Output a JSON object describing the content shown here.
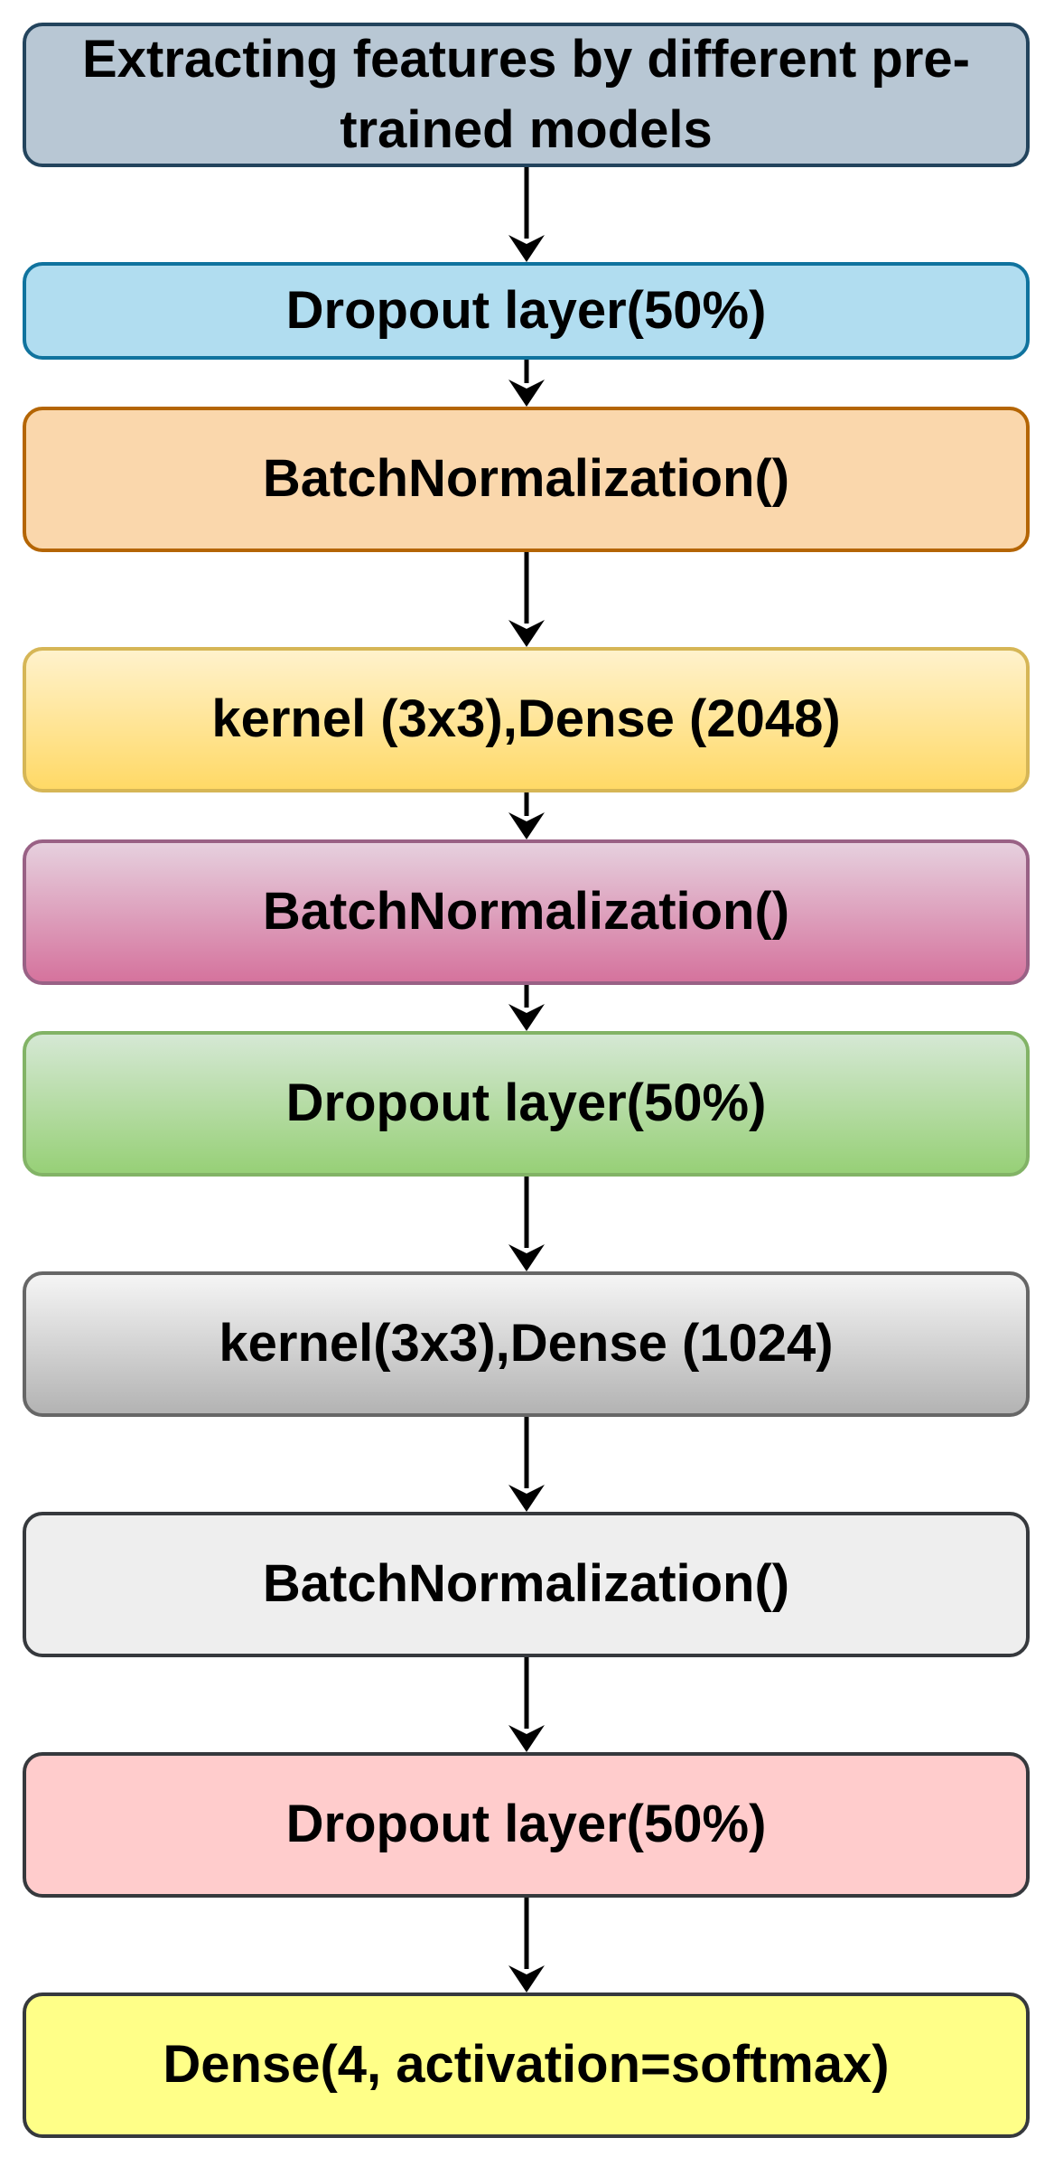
{
  "nodes": [
    {
      "label": "Extracting features by different pre-trained models",
      "fill": "#b8c7d4",
      "stroke": "#23445d"
    },
    {
      "label": "Dropout layer(50%)",
      "fill": "#b1ddf0",
      "stroke": "#10739e"
    },
    {
      "label": "BatchNormalization()",
      "fill": "#fad7ac",
      "stroke": "#b46504"
    },
    {
      "label": "kernel (3x3),Dense (2048)",
      "fill_top": "#fff2cc",
      "fill_bottom": "#ffd966",
      "stroke": "#d6b656"
    },
    {
      "label": "BatchNormalization()",
      "fill_top": "#e6d0de",
      "fill_bottom": "#d5739d",
      "stroke": "#996185"
    },
    {
      "label": "Dropout layer(50%)",
      "fill_top": "#d5e8d4",
      "fill_bottom": "#97d077",
      "stroke": "#82b366"
    },
    {
      "label": "kernel(3x3),Dense (1024)",
      "fill_top": "#f5f5f5",
      "fill_bottom": "#b3b3b3",
      "stroke": "#666666"
    },
    {
      "label": "BatchNormalization()",
      "fill": "#eeeeee",
      "stroke": "#36393d"
    },
    {
      "label": "Dropout layer(50%)",
      "fill": "#ffcccc",
      "stroke": "#36393d"
    },
    {
      "label": "Dense(4, activation=softmax)",
      "fill": "#ffff88",
      "stroke": "#36393d"
    }
  ],
  "edges": [
    {
      "from": 0,
      "to": 1
    },
    {
      "from": 1,
      "to": 2
    },
    {
      "from": 2,
      "to": 3
    },
    {
      "from": 3,
      "to": 4
    },
    {
      "from": 4,
      "to": 5
    },
    {
      "from": 5,
      "to": 6
    },
    {
      "from": 6,
      "to": 7
    },
    {
      "from": 7,
      "to": 8
    },
    {
      "from": 8,
      "to": 9
    }
  ]
}
